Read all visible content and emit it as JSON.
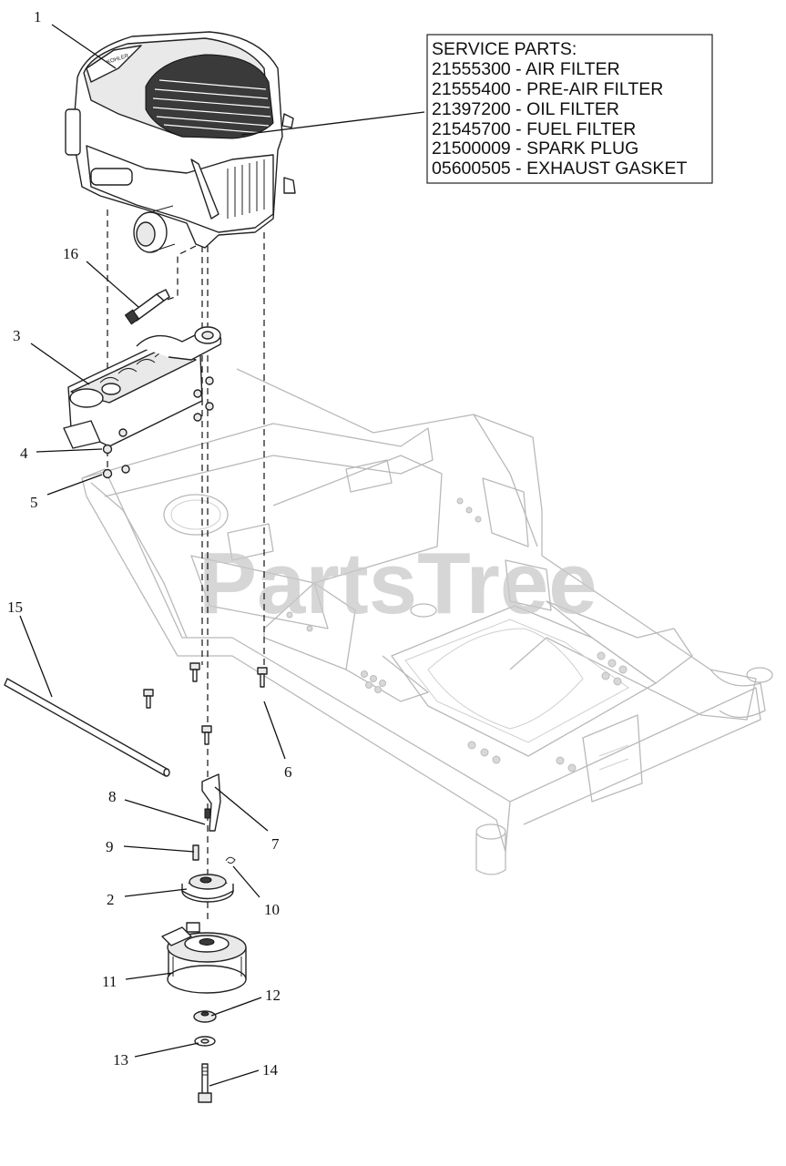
{
  "service_parts": {
    "header": "SERVICE PARTS:",
    "lines": [
      "21555300 - AIR FILTER",
      "21555400 - PRE-AIR FILTER",
      "21397200 - OIL FILTER",
      "21545700 - FUEL FILTER",
      "21500009 - SPARK PLUG",
      "05600505 - EXHAUST GASKET"
    ]
  },
  "watermark": "PartsTree",
  "callouts": [
    "1",
    "16",
    "3",
    "4",
    "5",
    "15",
    "6",
    "8",
    "7",
    "9",
    "10",
    "2",
    "11",
    "12",
    "13",
    "14"
  ],
  "colors": {
    "line": "#222222",
    "frame": "#b9b9b9",
    "watermark": "#c9c9c9"
  }
}
